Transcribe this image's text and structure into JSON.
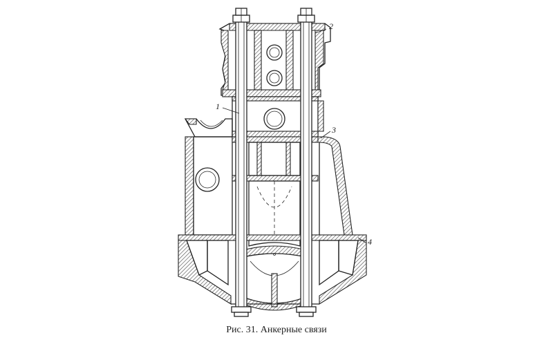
{
  "figure": {
    "caption": "Рис. 31. Анкерные связи",
    "callouts": [
      "1",
      "2",
      "3",
      "4"
    ]
  }
}
